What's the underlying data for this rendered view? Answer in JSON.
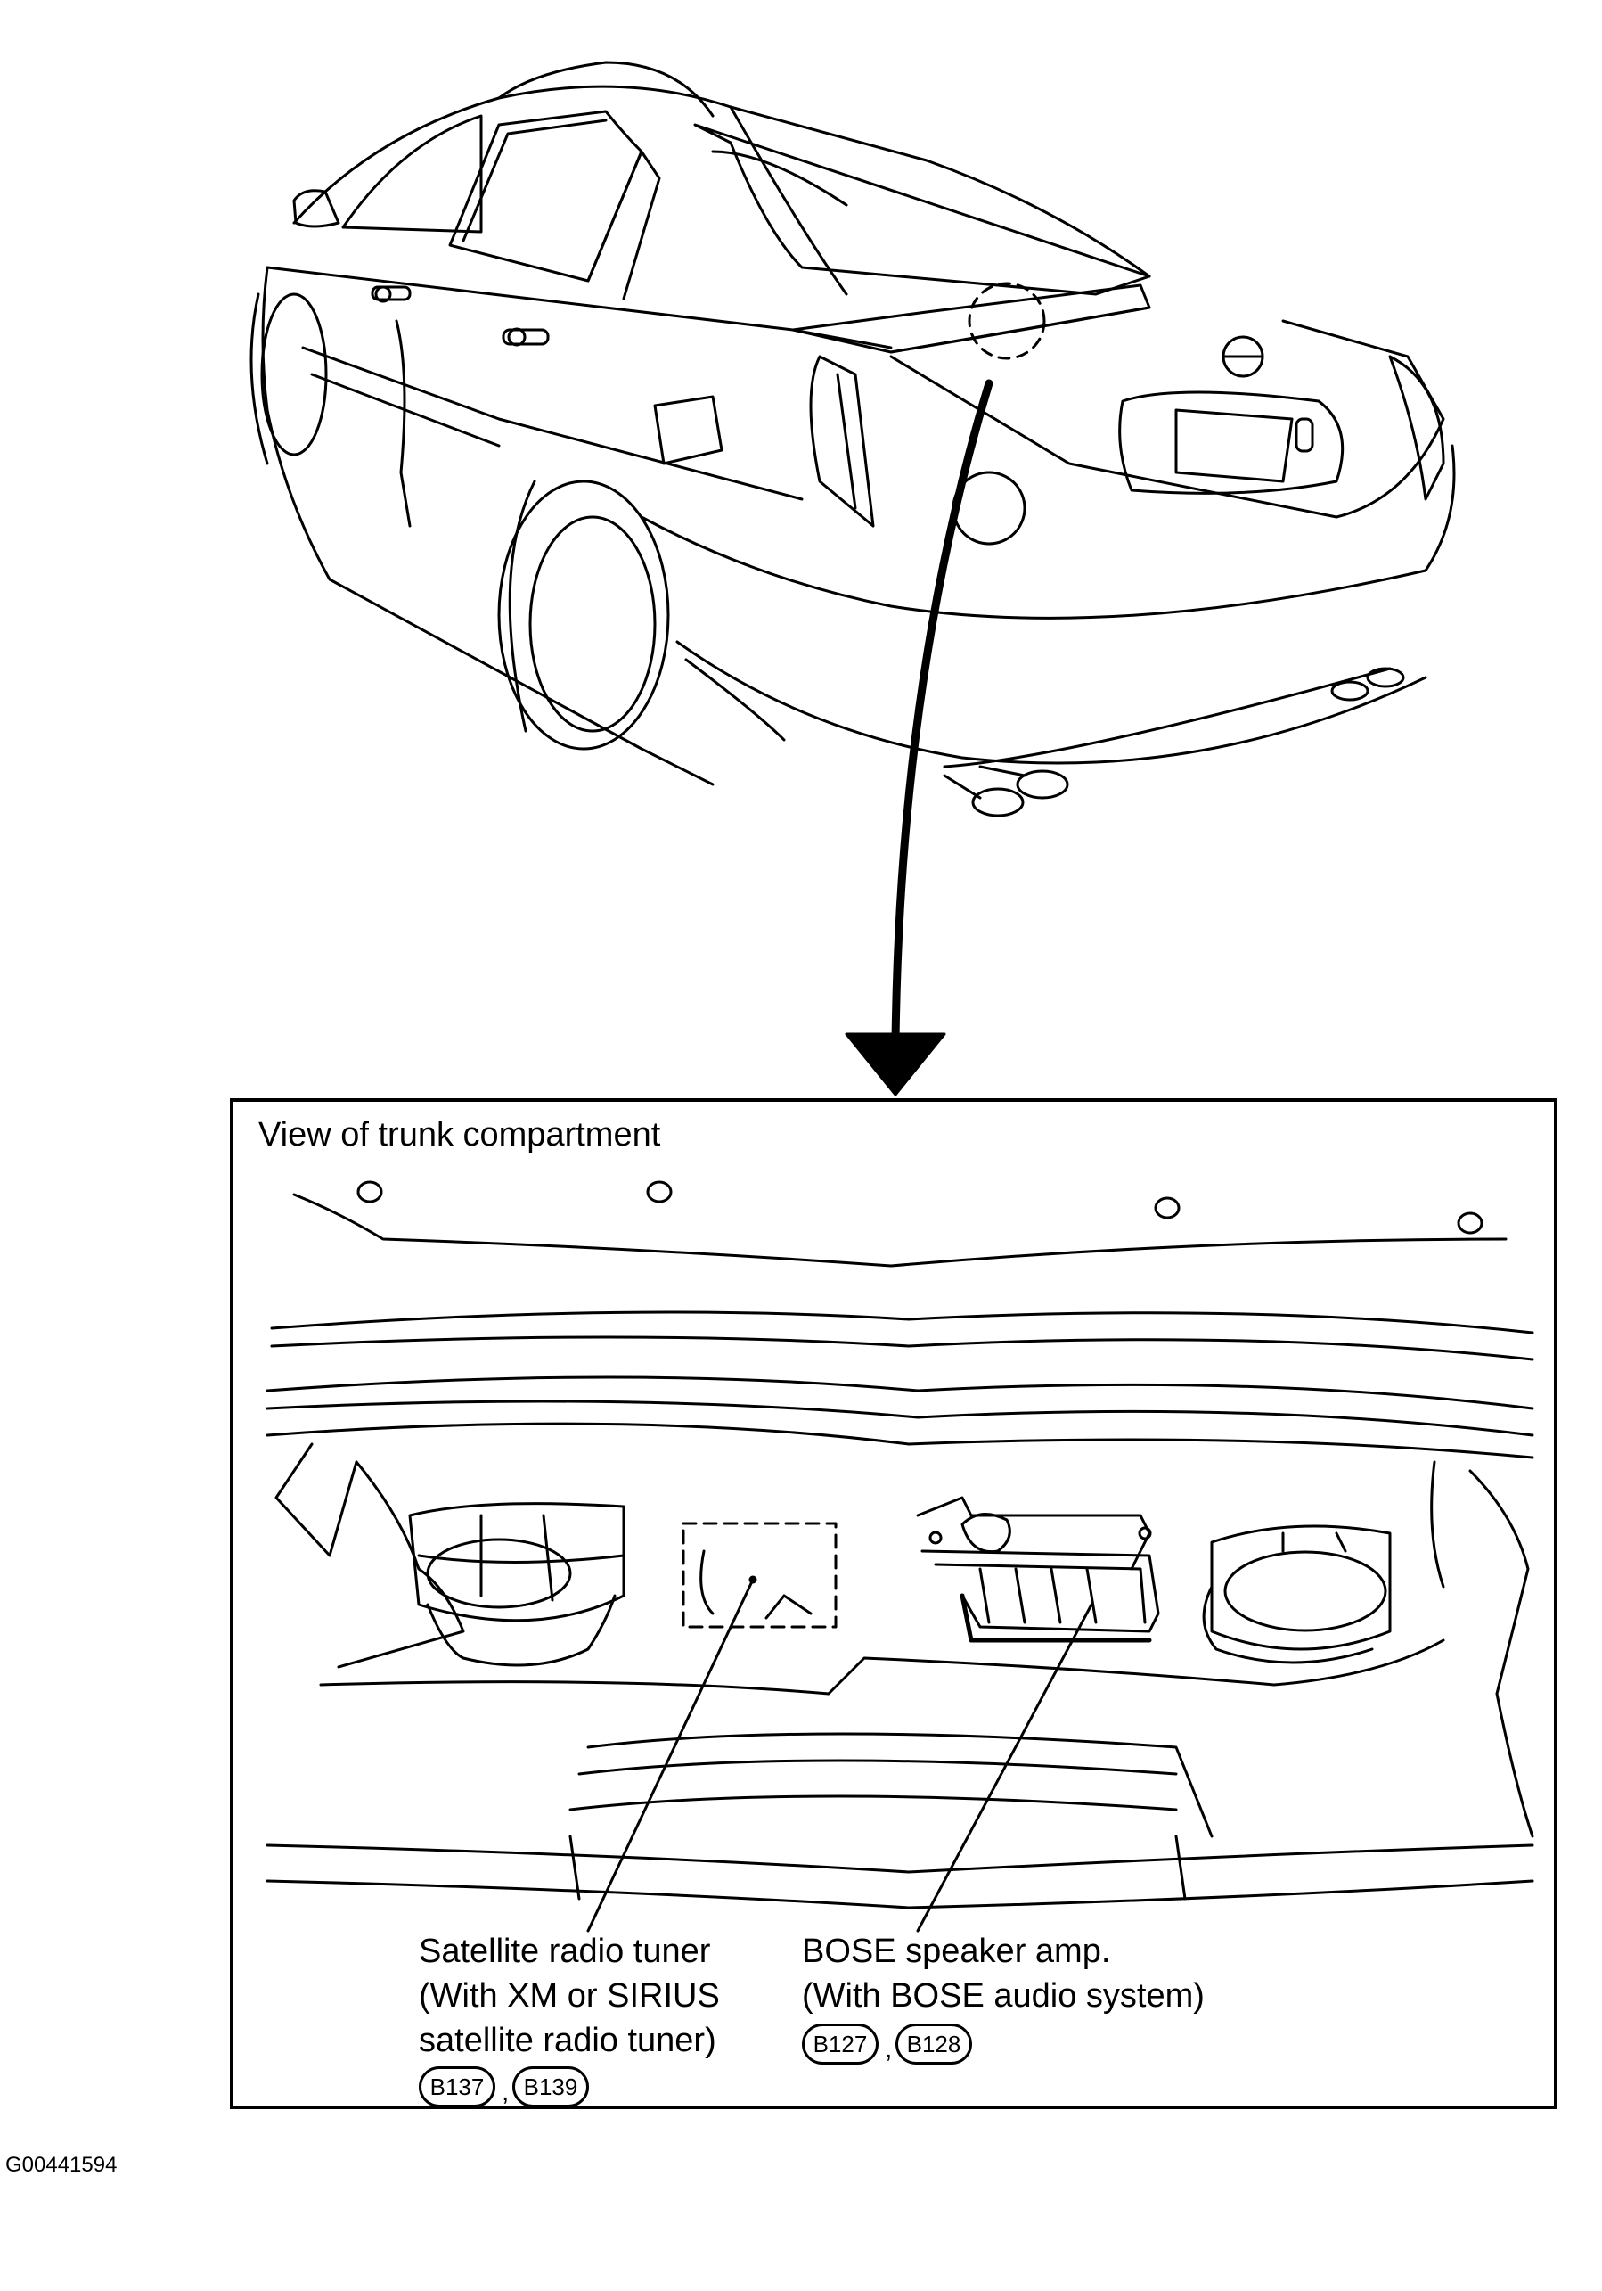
{
  "view_title": "View of trunk compartment",
  "satellite_tuner": {
    "lines": [
      "Satellite radio tuner",
      "(With XM or SIRIUS",
      "satellite radio tuner)"
    ],
    "connectors": [
      "B137",
      "B139"
    ],
    "separator": ","
  },
  "bose_amp": {
    "lines": [
      "BOSE speaker amp.",
      "(With BOSE audio system)"
    ],
    "connectors": [
      "B127",
      "B128"
    ],
    "separator": ","
  },
  "figure_id": "G00441594",
  "colors": {
    "ink": "#000000",
    "paper": "#ffffff"
  }
}
